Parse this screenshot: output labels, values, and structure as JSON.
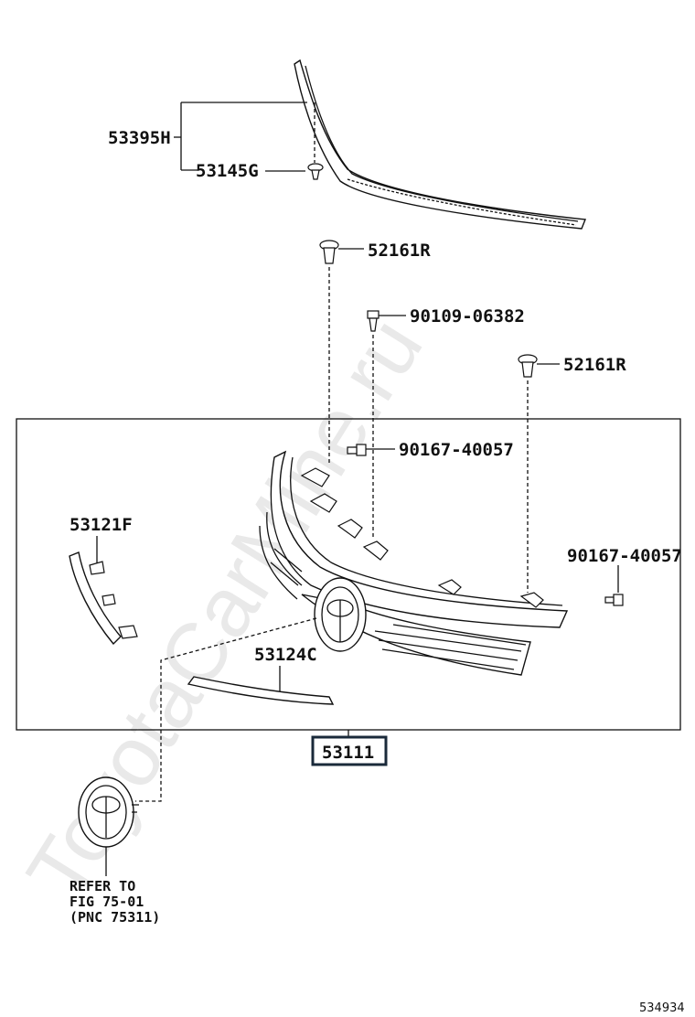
{
  "watermark": "ToyotaCarMine.ru",
  "parts": {
    "p53395H": "53395H",
    "p53145G": "53145G",
    "p52161R_a": "52161R",
    "p90109": "90109-06382",
    "p52161R_b": "52161R",
    "p90167_a": "90167-40057",
    "p53121F": "53121F",
    "p90167_b": "90167-40057",
    "p53124C": "53124C",
    "p53111": "53111"
  },
  "refer": {
    "line1": "REFER TO",
    "line2": "FIG 75-01",
    "line3": "(PNC 75311)"
  },
  "figure_number": "534934"
}
